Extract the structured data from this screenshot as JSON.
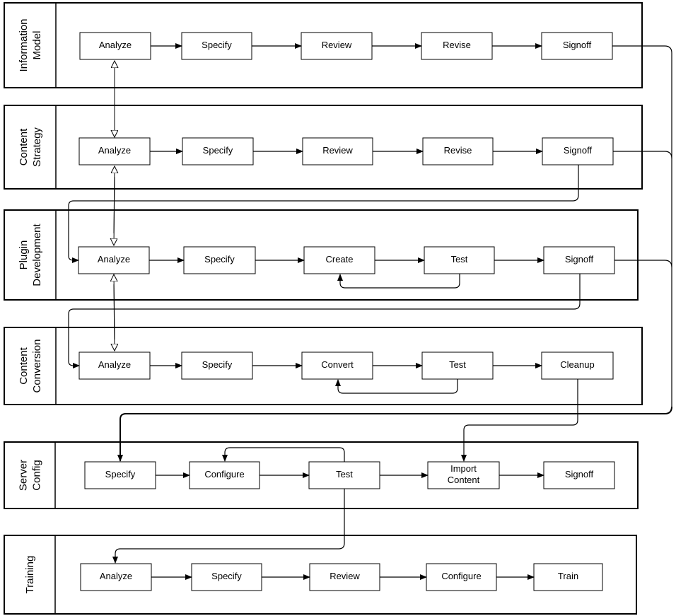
{
  "lanes": [
    {
      "id": "information-model",
      "title_lines": [
        "Information",
        "Model"
      ],
      "steps": [
        "Analyze",
        "Specify",
        "Review",
        "Revise",
        "Signoff"
      ]
    },
    {
      "id": "content-strategy",
      "title_lines": [
        "Content",
        "Strategy"
      ],
      "steps": [
        "Analyze",
        "Specify",
        "Review",
        "Revise",
        "Signoff"
      ]
    },
    {
      "id": "plugin-development",
      "title_lines": [
        "Plugin",
        "Development"
      ],
      "steps": [
        "Analyze",
        "Specify",
        "Create",
        "Test",
        "Signoff"
      ]
    },
    {
      "id": "content-conversion",
      "title_lines": [
        "Content",
        "Conversion"
      ],
      "steps": [
        "Analyze",
        "Specify",
        "Convert",
        "Test",
        "Cleanup"
      ]
    },
    {
      "id": "server-config",
      "title_lines": [
        "Server",
        "Config"
      ],
      "steps": [
        "Specify",
        "Configure",
        "Test",
        "Import\nContent",
        "Signoff"
      ]
    },
    {
      "id": "training",
      "title_lines": [
        "Training"
      ],
      "steps": [
        "Analyze",
        "Specify",
        "Review",
        "Configure",
        "Train"
      ]
    }
  ]
}
